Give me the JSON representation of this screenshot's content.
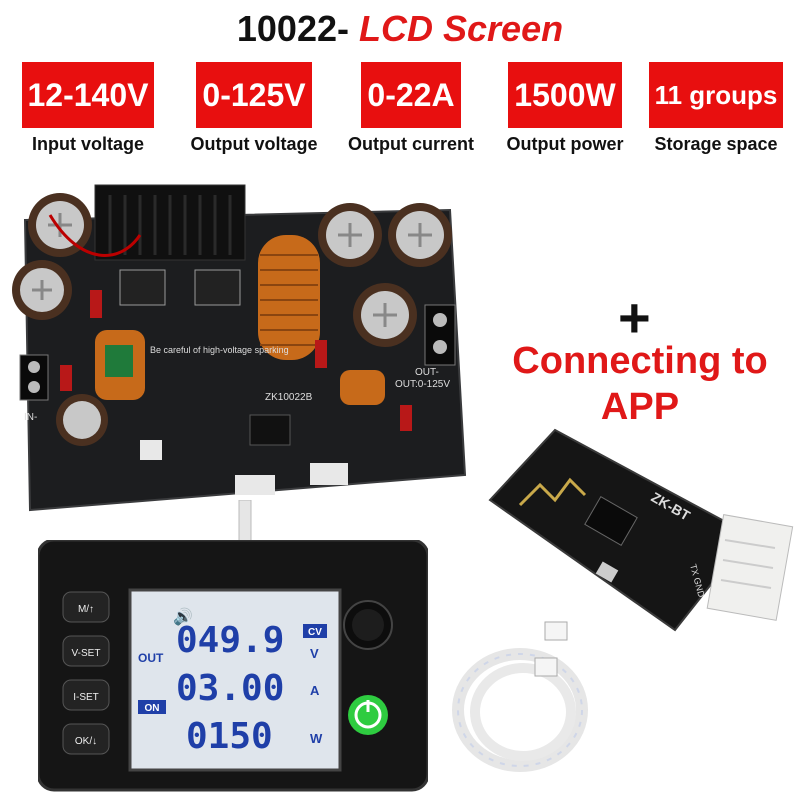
{
  "header": {
    "model": "10022-",
    "subtitle": "LCD Screen"
  },
  "specs": [
    {
      "value": "12-140V",
      "label": "Input voltage"
    },
    {
      "value": "0-125V",
      "label": "Output voltage"
    },
    {
      "value": "0-22A",
      "label": "Output current"
    },
    {
      "value": "1500W",
      "label": "Output power"
    },
    {
      "value": "11 groups",
      "label": "Storage space"
    }
  ],
  "app": {
    "plus": "+",
    "line1": "Connecting to",
    "line2": "APP"
  },
  "board": {
    "warning": "Be careful of high-voltage sparking",
    "model_label": "ZK10022B",
    "out_label": "OUT-",
    "out_range": "OUT:0-125V",
    "in_label": "IN-"
  },
  "display": {
    "buttons": [
      "M/↑",
      "V-SET",
      "I-SET",
      "OK/↓"
    ],
    "out_label": "OUT",
    "on_label": "ON",
    "cv_label": "CV",
    "voltage": "049.9",
    "voltage_unit": "V",
    "current": "03.00",
    "current_unit": "A",
    "power": "0150",
    "power_unit": "W"
  },
  "bt_module": {
    "brand": "ZK-BT",
    "pins": "TX GND"
  },
  "colors": {
    "accent_red": "#e80f0f",
    "title_red": "#e01818",
    "lcd_blue": "#1f3fa8",
    "power_green": "#2ecc40"
  }
}
